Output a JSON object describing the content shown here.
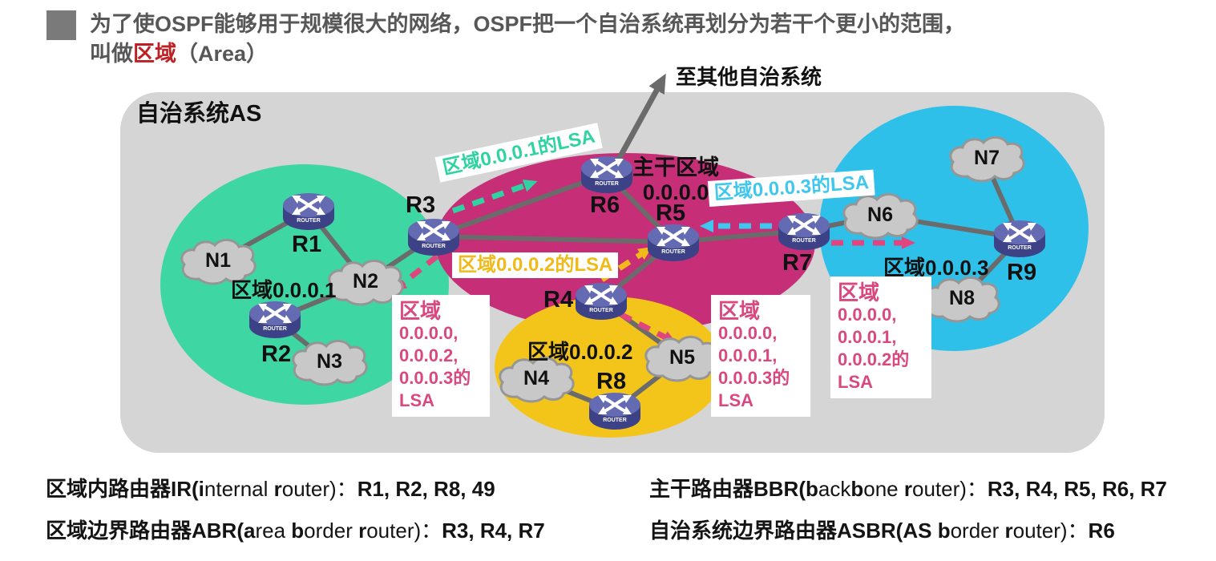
{
  "title": {
    "line1": "为了使OSPF能够用于规模很大的网络，OSPF把一个自治系统再划分为若干个更小的范围，",
    "line2_prefix": "叫做",
    "line2_highlight": "区域",
    "line2_suffix": "（Area）"
  },
  "diagram": {
    "as_label": "自治系统AS",
    "external_label": "至其他自治系统",
    "router_icon_label": "ROUTER",
    "colors": {
      "as_background": "#d5d5d5",
      "area1_green": "#3ed6a2",
      "backbone_magenta": "#c62e78",
      "area2_yellow": "#f3c51a",
      "area3_cyan": "#2fc0ea",
      "link_gray": "#6b6b6b",
      "lsa_teal": "#2fd3a1",
      "lsa_yellow": "#f1ba1a",
      "lsa_cyan": "#3fc7f0",
      "lsa_pink": "#e0457f",
      "box_text_pink": "#d9487f",
      "title_highlight_red": "#bf2024"
    },
    "area_labels": {
      "area1": "区域0.0.0.1",
      "backbone_line1": "主干区域",
      "backbone_line2": "0.0.0.0",
      "area2": "区域0.0.0.2",
      "area3": "区域0.0.0.3"
    },
    "routers": {
      "r1": "R1",
      "r2": "R2",
      "r3": "R3",
      "r4": "R4",
      "r5": "R5",
      "r6": "R6",
      "r7": "R7",
      "r8": "R8",
      "r9": "R9"
    },
    "networks": {
      "n1": "N1",
      "n2": "N2",
      "n3": "N3",
      "n4": "N4",
      "n5": "N5",
      "n6": "N6",
      "n7": "N7",
      "n8": "N8"
    },
    "lsa_flow_labels": {
      "area1_lsa": "区域0.0.0.1的LSA",
      "area2_lsa": "区域0.0.0.2的LSA",
      "area3_lsa": "区域0.0.0.3的LSA"
    },
    "lsa_boxes": [
      {
        "title": "区域",
        "lines": [
          "0.0.0.0,",
          "0.0.0.2,",
          "0.0.0.3的LSA"
        ]
      },
      {
        "title": "区域",
        "lines": [
          "0.0.0.0,",
          "0.0.0.1,",
          "0.0.0.3的LSA"
        ]
      },
      {
        "title": "区域",
        "lines": [
          "0.0.0.0,",
          "0.0.0.1,",
          "0.0.0.2的LSA"
        ]
      }
    ]
  },
  "legend": {
    "items": [
      {
        "segments": [
          {
            "t": "区域内路由器IR(",
            "b": true
          },
          {
            "t": "i",
            "b": true
          },
          {
            "t": "nternal ",
            "b": false
          },
          {
            "t": "r",
            "b": true
          },
          {
            "t": "outer)：",
            "b": false
          },
          {
            "t": "R1, R2, R8, 49",
            "b": true
          }
        ]
      },
      {
        "segments": [
          {
            "t": "主干路由器BBR(",
            "b": true
          },
          {
            "t": "b",
            "b": true
          },
          {
            "t": "ack",
            "b": false
          },
          {
            "t": "b",
            "b": true
          },
          {
            "t": "one ",
            "b": false
          },
          {
            "t": "r",
            "b": true
          },
          {
            "t": "outer)：",
            "b": false
          },
          {
            "t": "R3, R4, R5, R6, R7",
            "b": true
          }
        ]
      },
      {
        "segments": [
          {
            "t": "区域边界路由器ABR(",
            "b": true
          },
          {
            "t": "a",
            "b": true
          },
          {
            "t": "rea ",
            "b": false
          },
          {
            "t": "b",
            "b": true
          },
          {
            "t": "order ",
            "b": false
          },
          {
            "t": "r",
            "b": true
          },
          {
            "t": "outer)：",
            "b": false
          },
          {
            "t": "R3, R4, R7",
            "b": true
          }
        ]
      },
      {
        "segments": [
          {
            "t": "自治系统边界路由器ASBR(",
            "b": true
          },
          {
            "t": "AS ",
            "b": true
          },
          {
            "t": "b",
            "b": true
          },
          {
            "t": "order ",
            "b": false
          },
          {
            "t": "r",
            "b": true
          },
          {
            "t": "outer)：",
            "b": false
          },
          {
            "t": "R6",
            "b": true
          }
        ]
      }
    ]
  }
}
